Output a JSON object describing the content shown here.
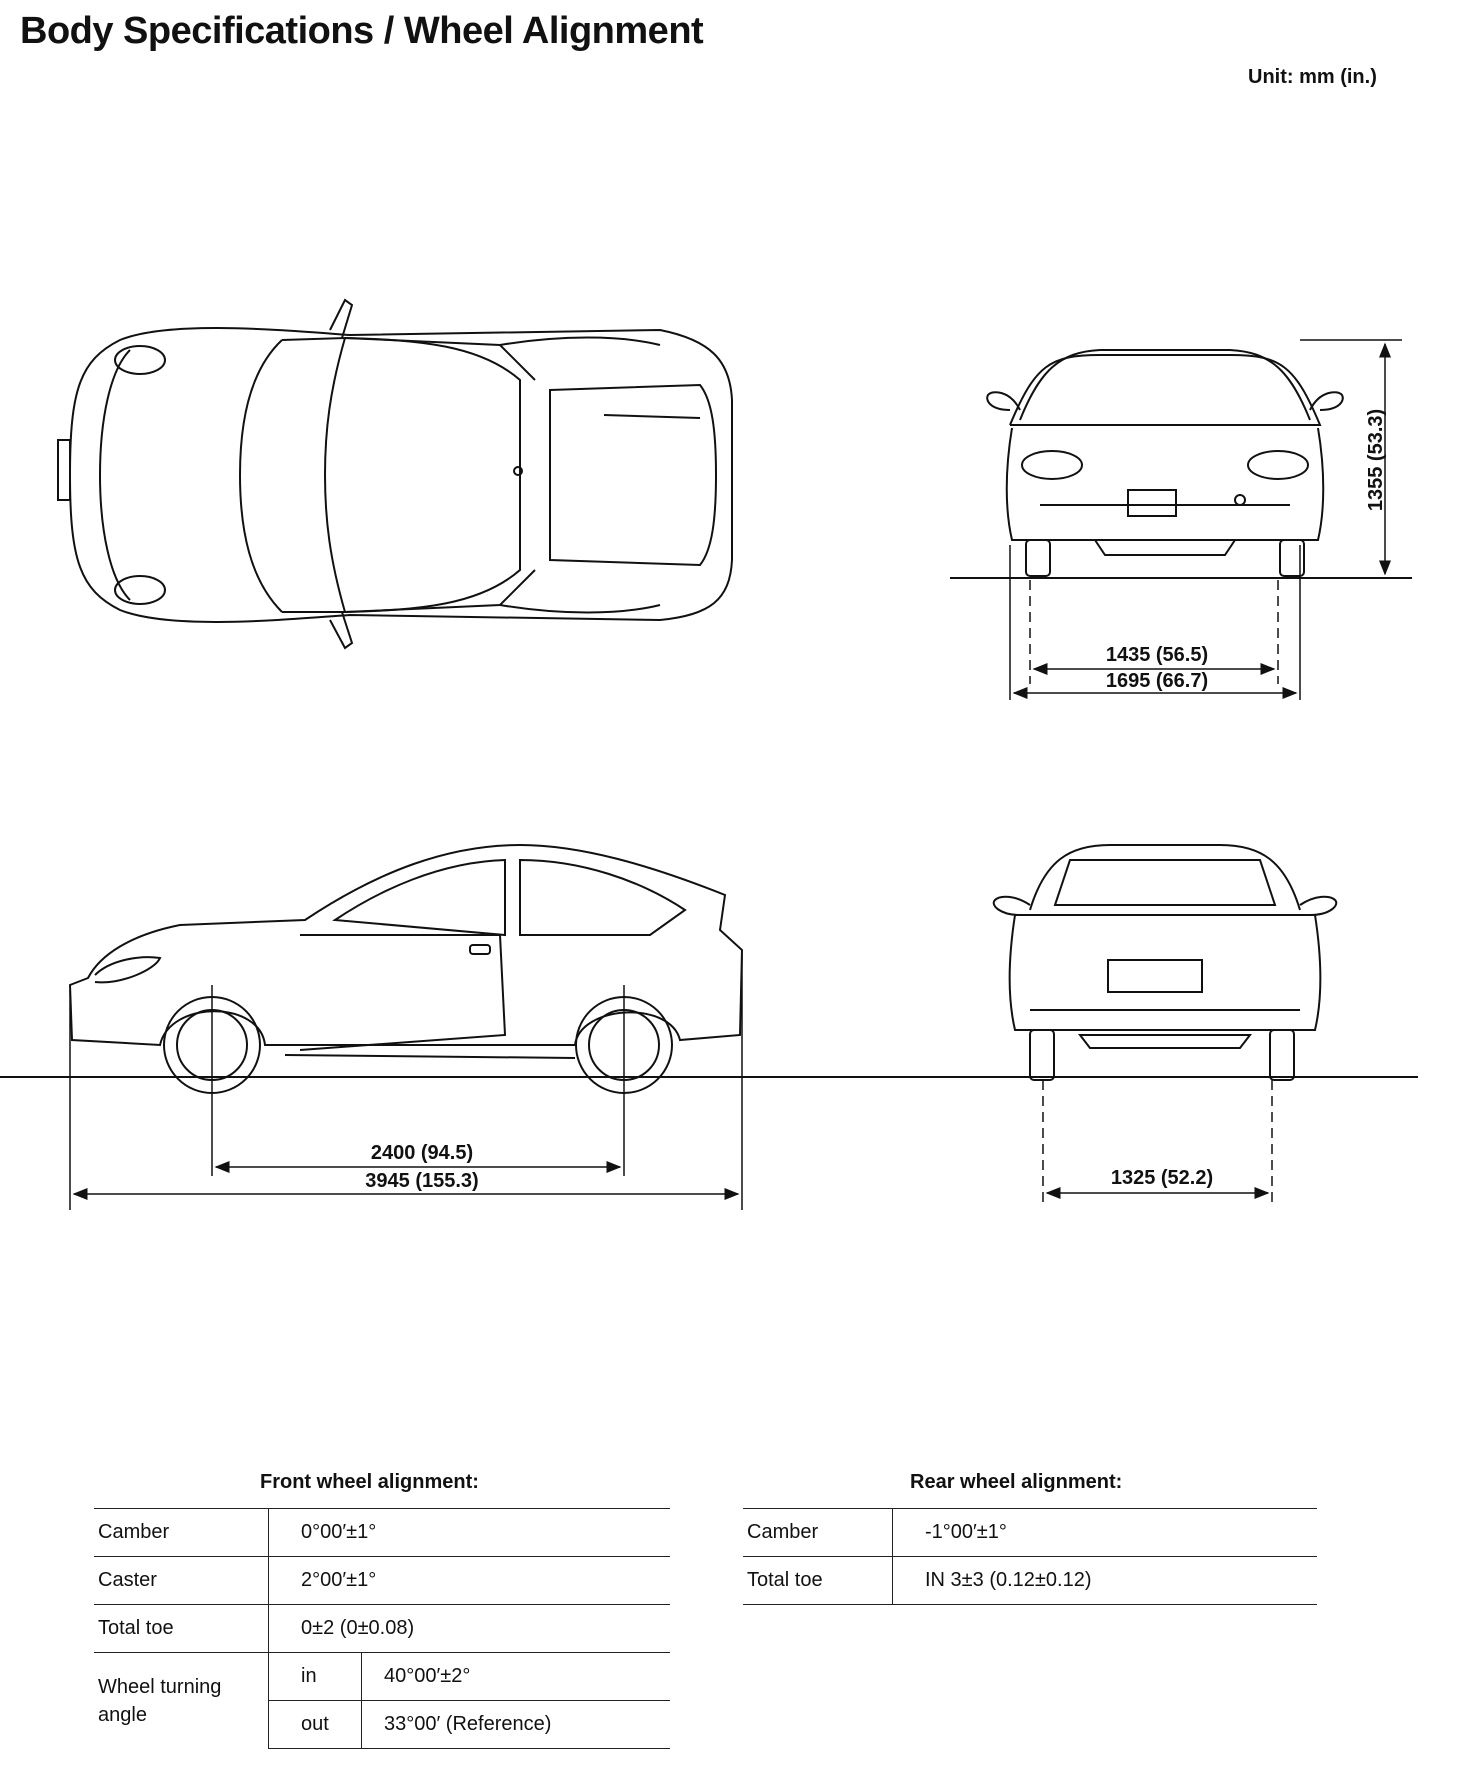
{
  "page": {
    "title": "Body Specifications / Wheel Alignment",
    "unit": "Unit: mm (in.)"
  },
  "dimensions": {
    "height": "1355 (53.3)",
    "front_tread": "1435 (56.5)",
    "overall_width": "1695 (66.7)",
    "wheelbase": "2400 (94.5)",
    "overall_length": "3945 (155.3)",
    "rear_tread": "1325 (52.2)"
  },
  "front_alignment": {
    "title": "Front wheel alignment:",
    "camber_label": "Camber",
    "camber_value": "0°00′±1°",
    "caster_label": "Caster",
    "caster_value": "2°00′±1°",
    "toe_label": "Total toe",
    "toe_value": "0±2 (0±0.08)",
    "turning_label": "Wheel turning angle",
    "in_label": "in",
    "in_value": "40°00′±2°",
    "out_label": "out",
    "out_value": "33°00′ (Reference)"
  },
  "rear_alignment": {
    "title": "Rear wheel alignment:",
    "camber_label": "Camber",
    "camber_value": "-1°00′±1°",
    "toe_label": "Total toe",
    "toe_value": "IN 3±3 (0.12±0.12)"
  }
}
